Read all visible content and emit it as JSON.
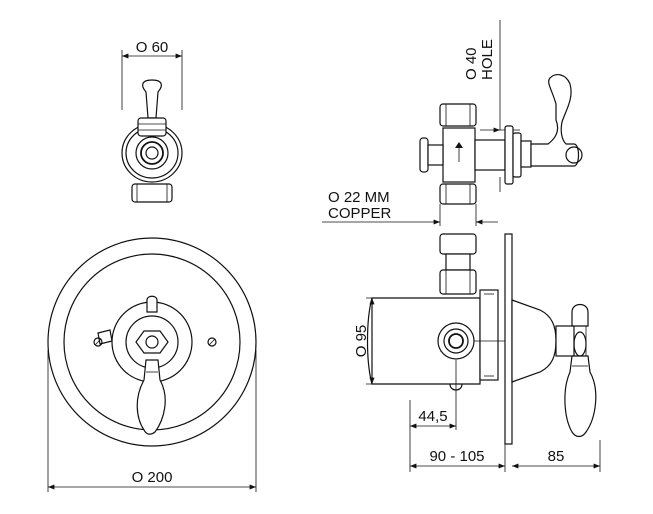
{
  "diagram": {
    "dimensions": {
      "top_width": "O 60",
      "plate_diameter": "O 200",
      "hole_diameter_line1": "O 40",
      "hole_diameter_line2": "HOLE",
      "pipe_line1": "O 22 MM",
      "pipe_line2": "COPPER",
      "body_height": "O 95",
      "offset": "44,5",
      "depth_range": "90 - 105",
      "handle_projection": "85"
    },
    "arrow_direction": "up"
  }
}
